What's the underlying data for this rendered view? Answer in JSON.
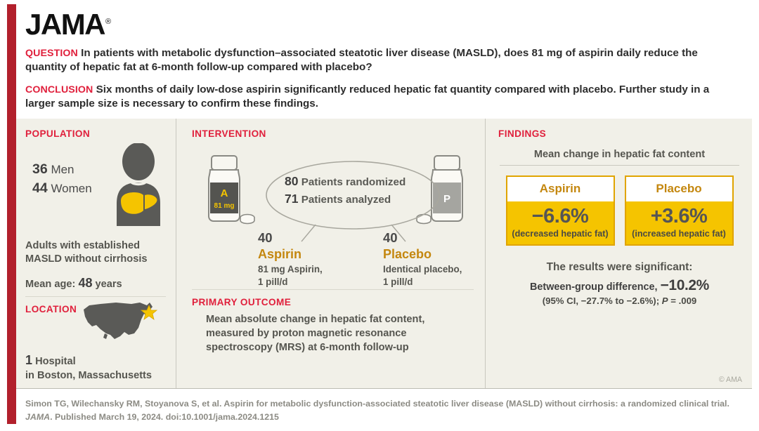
{
  "brand": {
    "logo": "JAMA",
    "registered": "®"
  },
  "header": {
    "question_label": "QUESTION",
    "question_text": "In patients with metabolic dysfunction–associated steatotic liver disease (MASLD), does 81 mg of aspirin daily reduce the quantity of hepatic fat at 6-month follow-up compared with placebo?",
    "conclusion_label": "CONCLUSION",
    "conclusion_text": "Six months of daily low-dose aspirin significantly reduced hepatic fat quantity compared with placebo. Further study in a larger sample size is necessary to confirm these findings."
  },
  "population": {
    "title": "POPULATION",
    "men_count": "36",
    "men_label": "Men",
    "women_count": "44",
    "women_label": "Women",
    "description": "Adults with established MASLD without cirrhosis",
    "age_prefix": "Mean age:",
    "age_value": "48",
    "age_suffix": "years"
  },
  "location": {
    "title": "LOCATION",
    "count": "1",
    "count_label": "Hospital",
    "place": "in Boston, Massachusetts"
  },
  "intervention": {
    "title": "INTERVENTION",
    "randomized_n": "80",
    "randomized_label": "Patients randomized",
    "analyzed_n": "71",
    "analyzed_label": "Patients analyzed",
    "aspirin_bottle_letter": "A",
    "aspirin_bottle_dose": "81 mg",
    "placebo_bottle_letter": "P",
    "arms": [
      {
        "n": "40",
        "name": "Aspirin",
        "desc_line1": "81 mg Aspirin,",
        "desc_line2": "1 pill/d"
      },
      {
        "n": "40",
        "name": "Placebo",
        "desc_line1": "Identical placebo,",
        "desc_line2": "1 pill/d"
      }
    ]
  },
  "primary_outcome": {
    "title": "PRIMARY OUTCOME",
    "text": "Mean absolute change in hepatic fat content, measured by proton magnetic resonance spectroscopy (MRS) at 6-month follow-up"
  },
  "findings": {
    "title": "FINDINGS",
    "subtitle": "Mean change in hepatic fat content",
    "significance_line": "The results were significant:",
    "between_group_label": "Between-group difference,",
    "between_group_value": "−10.2%",
    "ci_text": "(95% CI, −27.7% to −2.6%); ",
    "p_italic": "P",
    "p_value": " = .009",
    "credit": "© AMA"
  },
  "chart_data": {
    "type": "bar",
    "title": "Mean change in hepatic fat content",
    "categories": [
      "Aspirin",
      "Placebo"
    ],
    "values": [
      -6.6,
      3.6
    ],
    "value_labels": [
      "−6.6%",
      "+3.6%"
    ],
    "annotations": [
      "(decreased hepatic fat)",
      "(increased hepatic fat)"
    ],
    "ylabel": "Mean change in hepatic fat content (%)",
    "xlabel": "",
    "between_group_difference": -10.2,
    "ci_low": -27.7,
    "ci_high": -2.6,
    "p_value": 0.009,
    "n_randomized": 80,
    "n_analyzed": 71,
    "group_n": [
      40,
      40
    ],
    "accent_color": "#f5c400",
    "border_color": "#e0a400",
    "legend": "none",
    "grid": false
  },
  "footer": {
    "citation_part1": "Simon TG, Wilechansky RM, Stoyanova S, et al. Aspirin for metabolic dysfunction-associated steatotic liver disease (MASLD) without cirrhosis: a randomized clinical trial. ",
    "citation_journal": "JAMA",
    "citation_part2": ". Published March 19, 2024. doi:10.1001/jama.2024.1215"
  },
  "colors": {
    "red_accent": "#e0203c",
    "red_bar": "#b2202c",
    "gold": "#f5c400",
    "gold_text": "#c4870f",
    "panel_bg": "#f1f0e8",
    "figure_gray": "#5a5a57"
  }
}
